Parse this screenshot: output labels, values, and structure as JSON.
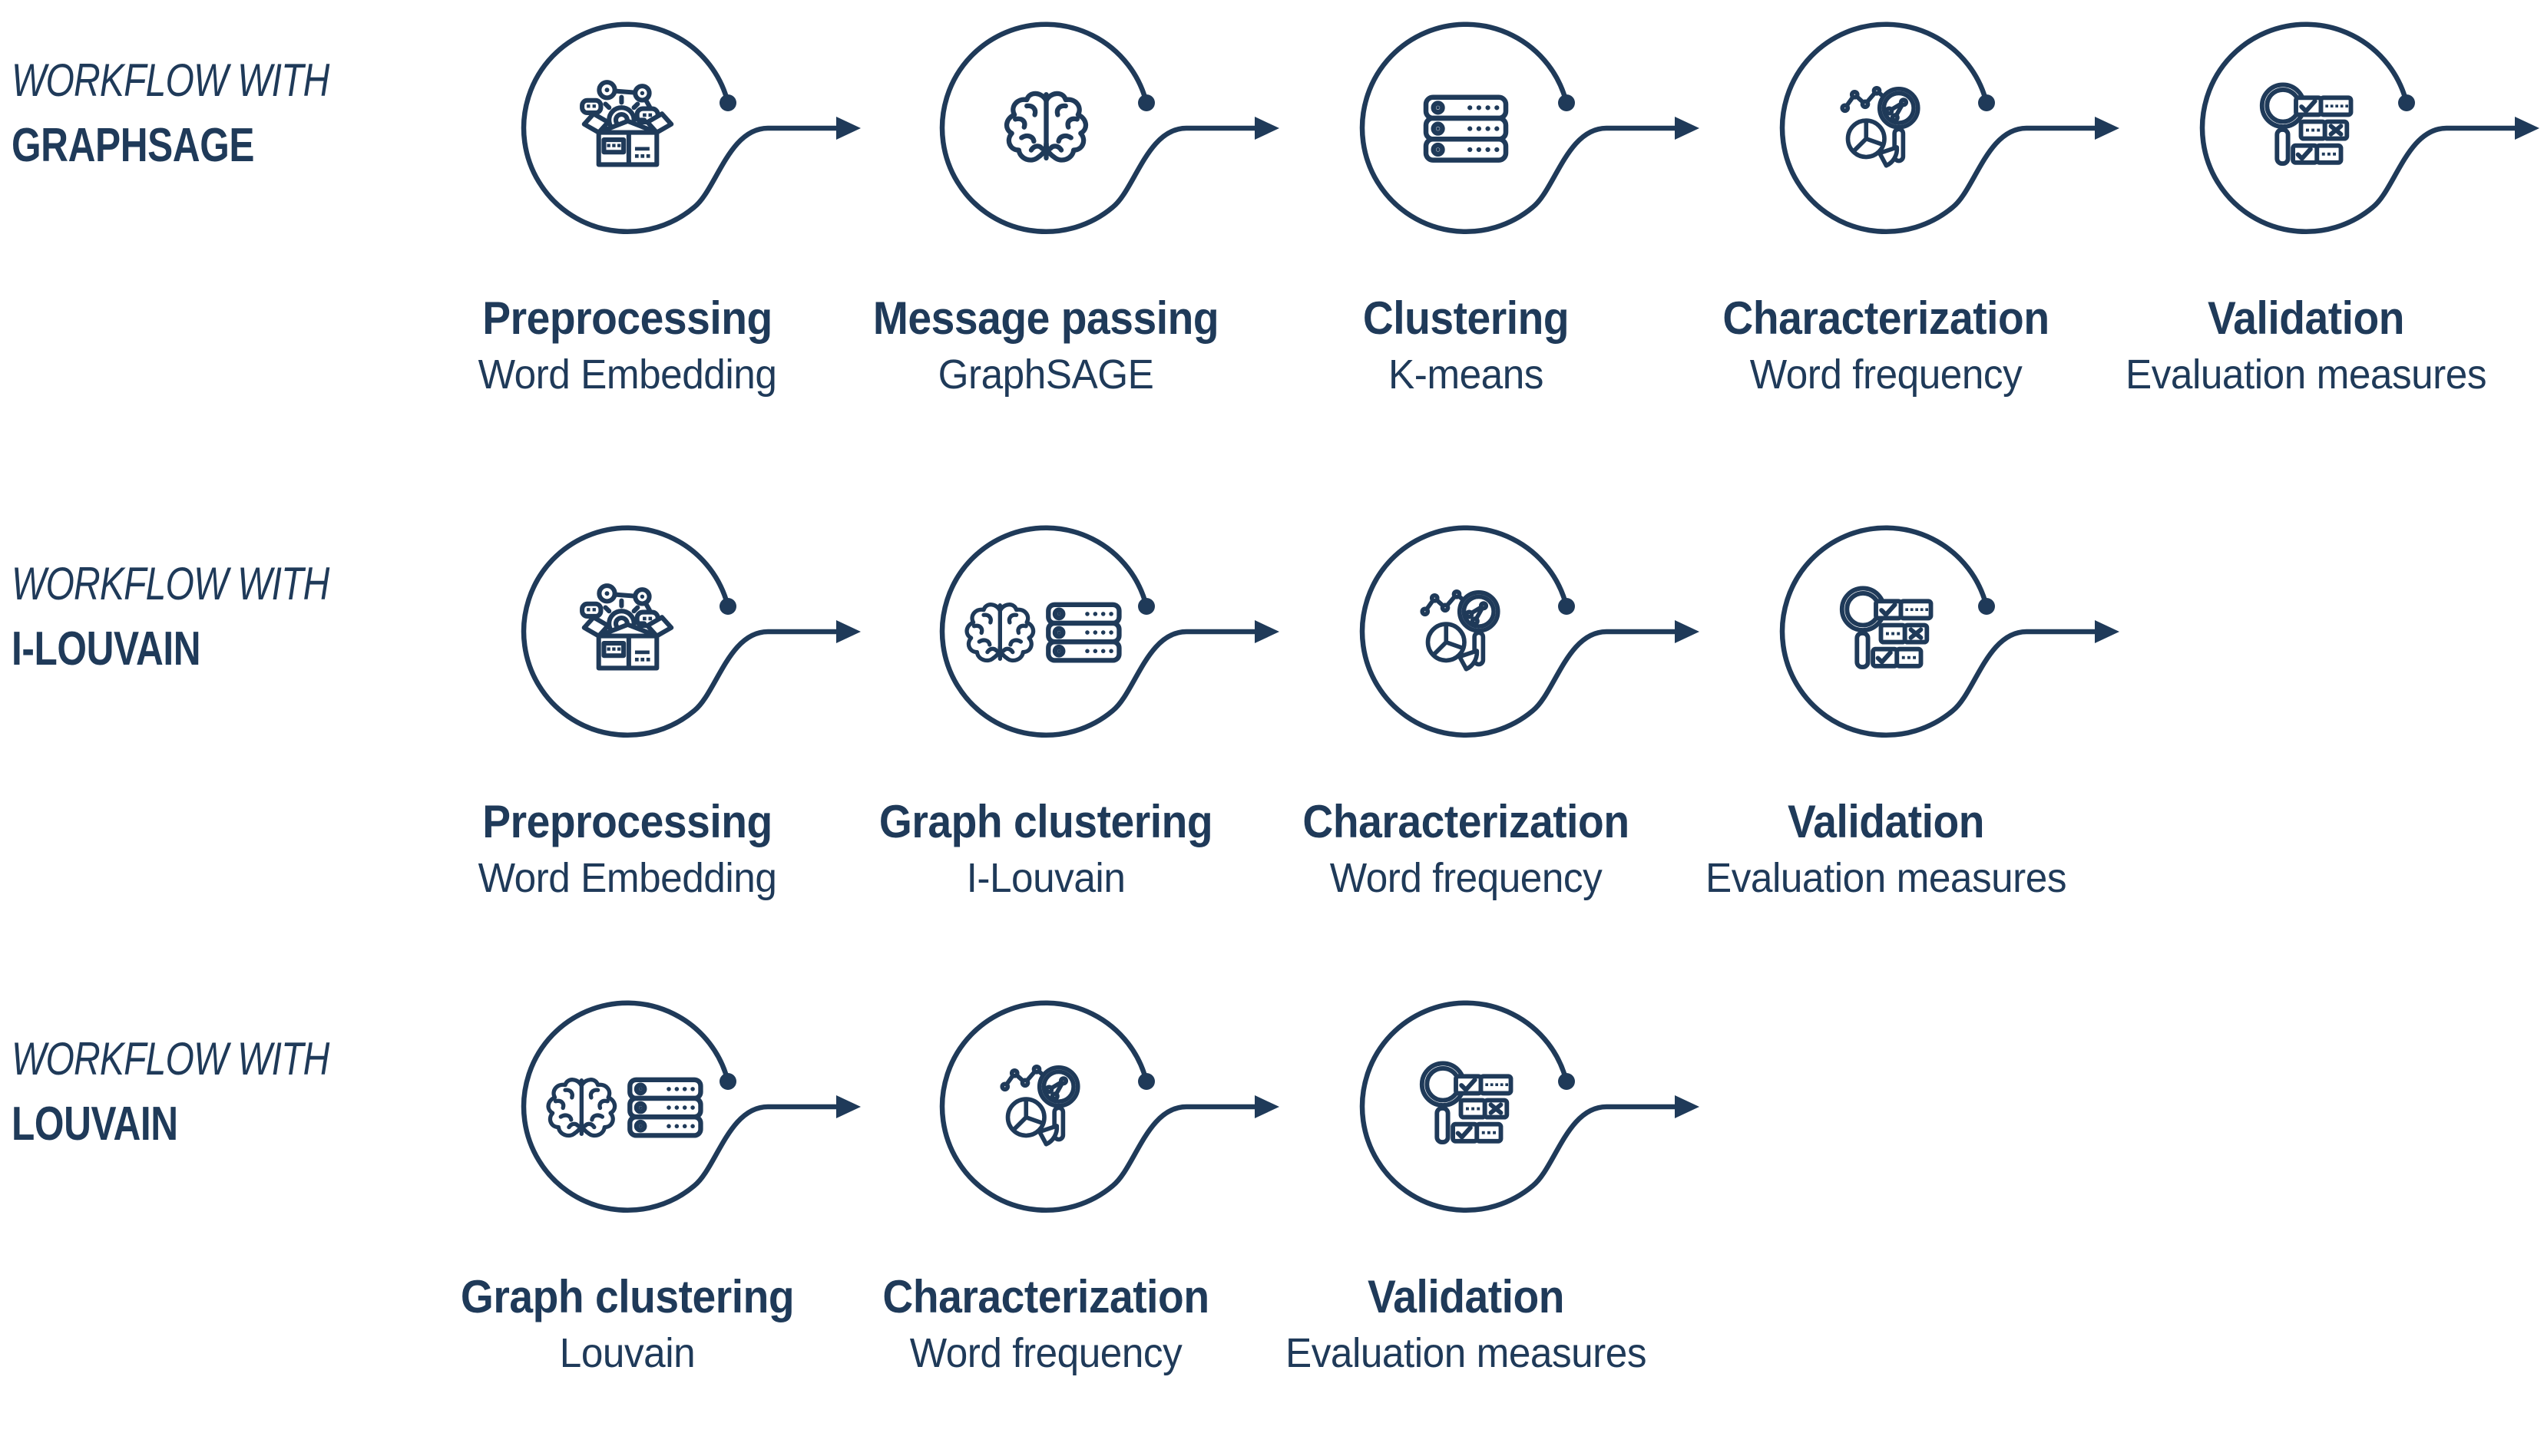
{
  "colors": {
    "ink": "#1f3a59",
    "background": "#ffffff"
  },
  "workflows": [
    {
      "title_prefix": "WORKFLOW WITH",
      "title_name": "GRAPHSAGE",
      "steps": [
        {
          "label": "Preprocessing",
          "method": "Word Embedding",
          "icon": "box-gear-icon",
          "icon_ref": "#sym-box-gear"
        },
        {
          "label": "Message passing",
          "method": "GraphSAGE",
          "icon": "brain-icon",
          "icon_ref": "#sym-brain"
        },
        {
          "label": "Clustering",
          "method": "K-means",
          "icon": "server-stack-icon",
          "icon_ref": "#sym-servers"
        },
        {
          "label": "Characterization",
          "method": "Word frequency",
          "icon": "pie-chart-magnifier-icon",
          "icon_ref": "#sym-pie-magnifier"
        },
        {
          "label": "Validation",
          "method": "Evaluation measures",
          "icon": "magnifier-checklist-icon",
          "icon_ref": "#sym-check-magnifier"
        }
      ]
    },
    {
      "title_prefix": "WORKFLOW WITH",
      "title_name": "I-LOUVAIN",
      "steps": [
        {
          "label": "Preprocessing",
          "method": "Word Embedding",
          "icon": "box-gear-icon",
          "icon_ref": "#sym-box-gear"
        },
        {
          "label": "Graph clustering",
          "method": "I-Louvain",
          "icon": "brain-server-icon",
          "icon_ref": "#sym-brain-servers"
        },
        {
          "label": "Characterization",
          "method": "Word frequency",
          "icon": "pie-chart-magnifier-icon",
          "icon_ref": "#sym-pie-magnifier"
        },
        {
          "label": "Validation",
          "method": "Evaluation measures",
          "icon": "magnifier-checklist-icon",
          "icon_ref": "#sym-check-magnifier"
        }
      ]
    },
    {
      "title_prefix": "WORKFLOW WITH",
      "title_name": "LOUVAIN",
      "steps": [
        {
          "label": "Graph clustering",
          "method": "Louvain",
          "icon": "brain-server-icon",
          "icon_ref": "#sym-brain-servers"
        },
        {
          "label": "Characterization",
          "method": "Word frequency",
          "icon": "pie-chart-magnifier-icon",
          "icon_ref": "#sym-pie-magnifier"
        },
        {
          "label": "Validation",
          "method": "Evaluation measures",
          "icon": "magnifier-checklist-icon",
          "icon_ref": "#sym-check-magnifier"
        }
      ]
    }
  ]
}
